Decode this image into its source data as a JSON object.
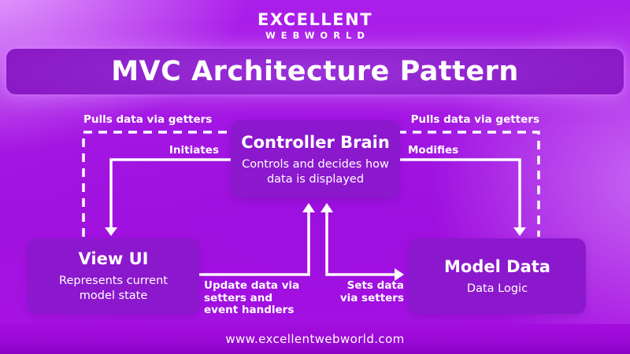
{
  "brand": {
    "line1": "EXCELLENT",
    "line2": "WEBWORLD"
  },
  "title": "MVC Architecture Pattern",
  "nodes": {
    "controller": {
      "title": "Controller Brain",
      "subtitle": "Controls and decides how data is displayed"
    },
    "view": {
      "title": "View UI",
      "subtitle": "Represents current model state"
    },
    "model": {
      "title": "Model Data",
      "subtitle": "Data Logic"
    }
  },
  "edges": {
    "pulls_left": "Pulls data via getters",
    "pulls_right": "Pulls data via getters",
    "initiates": "Initiates",
    "modifies": "Modifies",
    "update": "Update data via setters and event handlers",
    "sets": "Sets data via setters"
  },
  "footer": {
    "url": "www.excellentwebworld.com"
  },
  "colors": {
    "background": "#a414e2",
    "box_fill": "#8c18cd",
    "banner_fill": "#8d20cb",
    "footer_band": "#9707d2",
    "line": "#ffffff",
    "text": "#ffffff"
  }
}
